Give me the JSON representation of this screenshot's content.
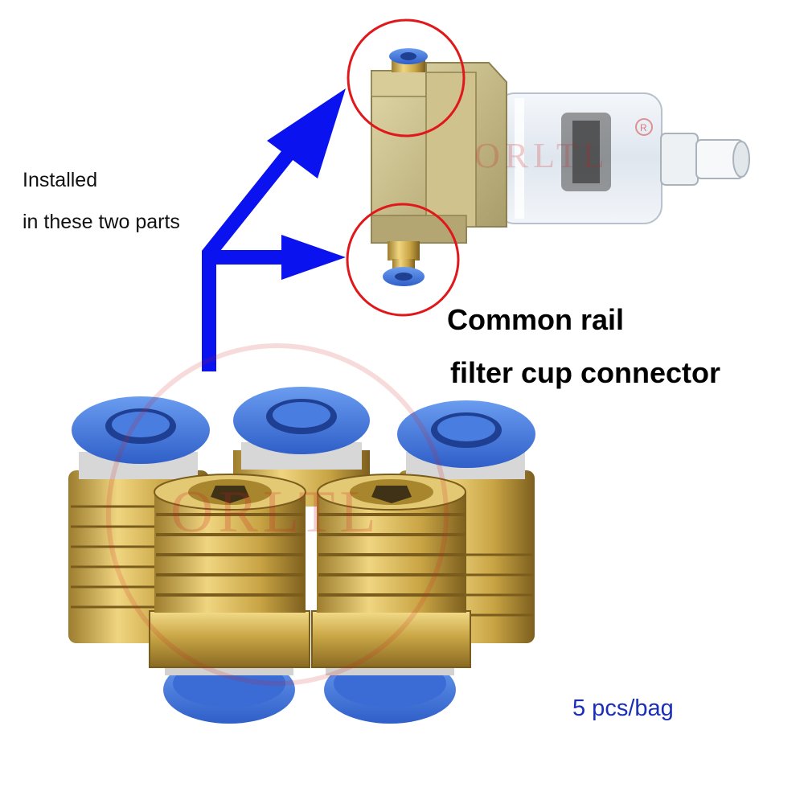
{
  "annotation": {
    "line1": "Installed",
    "line2": "in these two parts"
  },
  "product_title": {
    "line1": "Common rail",
    "line2": "filter cup connector"
  },
  "quantity_label": "5 pcs/bag",
  "watermark": "ORLTL",
  "colors": {
    "arrow": "#0a12f0",
    "highlight_circle": "#e0171b",
    "brass": "#c9a646",
    "fitting_collar": "#3a74d8",
    "quantity_text": "#1a2fb8"
  }
}
